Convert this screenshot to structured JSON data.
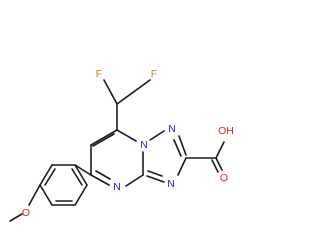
{
  "molecule": {
    "atom_labels": {
      "f_left": "F",
      "f_right": "F",
      "n_bridge": "N",
      "n_top": "N",
      "n_bottom": "N",
      "n_pyrimidine": "N",
      "oh": "OH",
      "o_carbonyl": "O",
      "o_methoxy": "O"
    },
    "colors": {
      "bond": "#1a1a1a",
      "nitrogen": "#1f1fd6",
      "oxygen": "#e01e1e",
      "fluorine": "#b88a1a"
    }
  }
}
